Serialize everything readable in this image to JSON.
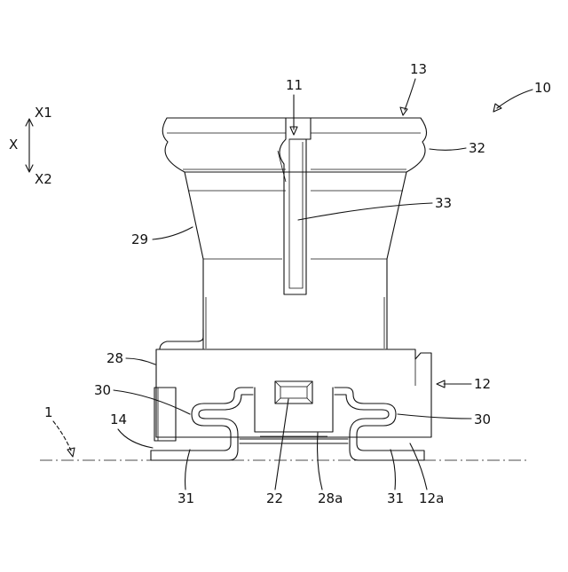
{
  "figure": {
    "axis": {
      "name": "X",
      "up": "X1",
      "down": "X2"
    },
    "reference_labels": [
      "10",
      "13",
      "11",
      "32",
      "33",
      "29",
      "28",
      "12",
      "30",
      "30",
      "1",
      "14",
      "31",
      "22",
      "28a",
      "31",
      "12a"
    ]
  }
}
